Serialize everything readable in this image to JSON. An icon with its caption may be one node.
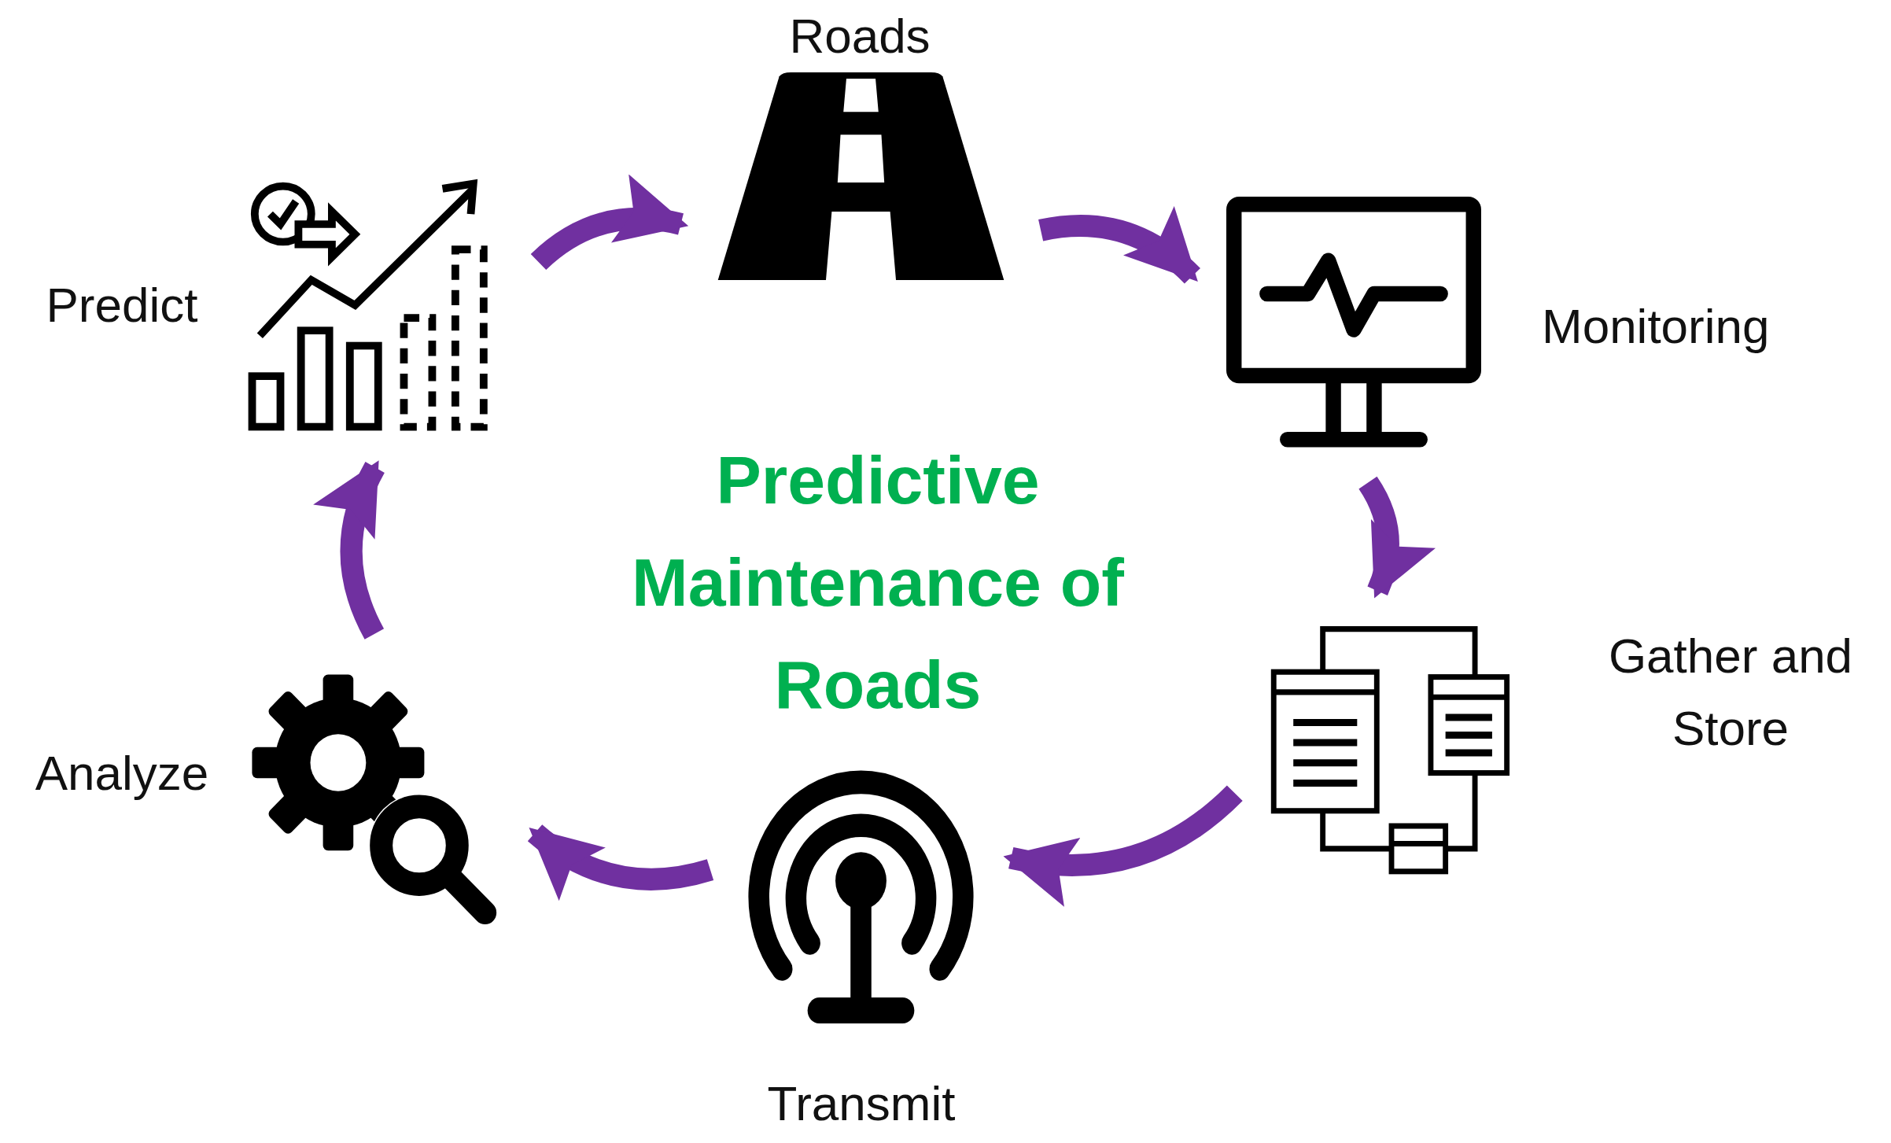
{
  "diagram": {
    "title": "Predictive Maintenance of Roads",
    "nodes": [
      {
        "text": [
          "Roads"
        ]
      },
      {
        "text": [
          "Monitoring"
        ]
      },
      {
        "text": [
          "Gather and Store"
        ]
      },
      {
        "text": [
          "Transmit"
        ]
      },
      {
        "text": [
          "Analyze"
        ]
      },
      {
        "text": [
          "Predict"
        ]
      }
    ],
    "edges": [
      {
        "from": 5,
        "to": 0,
        "arrow": "to"
      },
      {
        "from": 0,
        "to": 1,
        "arrow": "to"
      },
      {
        "from": 1,
        "to": 2,
        "arrow": "to"
      },
      {
        "from": 2,
        "to": 3,
        "arrow": "to"
      },
      {
        "from": 3,
        "to": 4,
        "arrow": "to"
      },
      {
        "from": 4,
        "to": 5,
        "arrow": "to"
      }
    ]
  }
}
